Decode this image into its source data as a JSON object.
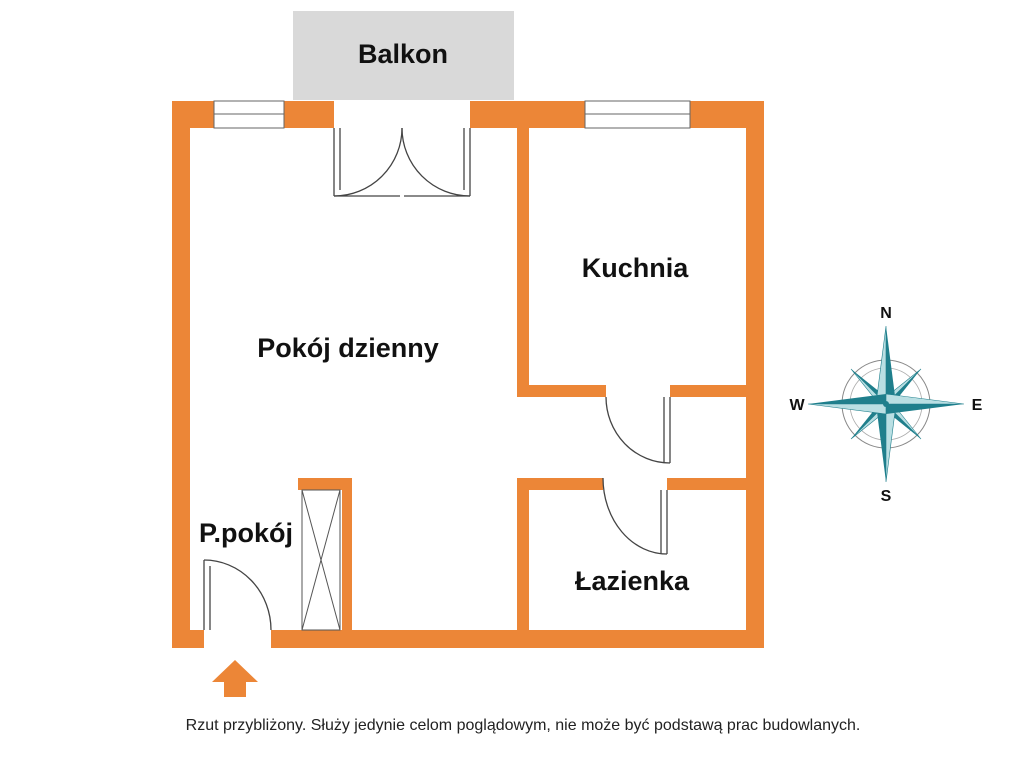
{
  "rooms": {
    "balcony": "Balkon",
    "living_room": "Pokój dzienny",
    "kitchen": "Kuchnia",
    "hallway": "P.pokój",
    "bathroom": "Łazienka"
  },
  "compass": {
    "north": "N",
    "south": "S",
    "east": "E",
    "west": "W"
  },
  "disclaimer": "Rzut przybliżony. Służy jedynie celom poglądowym, nie może być podstawą prac budowlanych.",
  "colors": {
    "wall": "#ec8637",
    "balcony_fill": "#d9d9d9",
    "compass_needle": "#1f7f8c",
    "entrance_arrow": "#ec8637"
  },
  "icons": {
    "compass": "compass-rose-icon",
    "entrance": "entrance-arrow-icon"
  }
}
